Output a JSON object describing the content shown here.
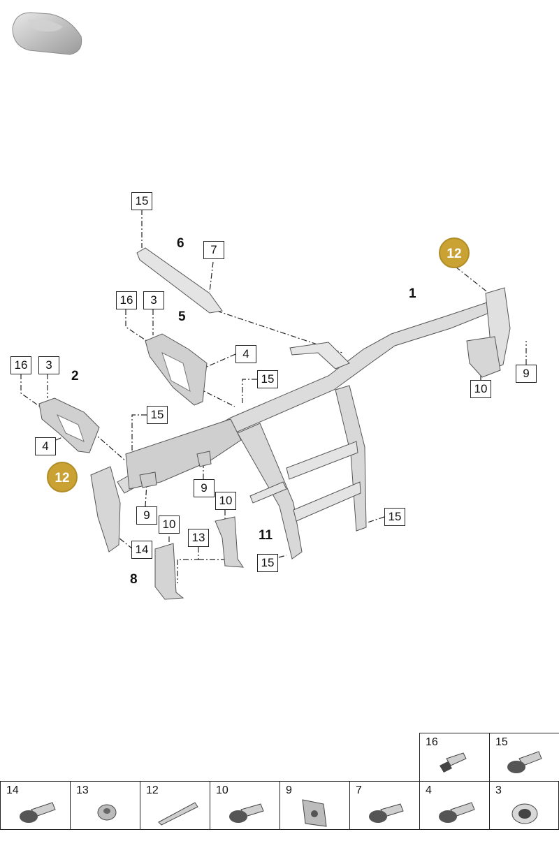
{
  "diagram": {
    "callouts_boxed": [
      "15",
      "7",
      "16",
      "3",
      "4",
      "15",
      "16",
      "3",
      "15",
      "4",
      "9",
      "9",
      "10",
      "10",
      "13",
      "14",
      "15",
      "15",
      "10",
      "9"
    ],
    "callouts_bold": [
      "6",
      "1",
      "5",
      "2",
      "11",
      "8"
    ],
    "callouts_circle": [
      "12",
      "12"
    ]
  },
  "legend": {
    "cells": [
      {
        "num": "16",
        "icon": "bolt-icon"
      },
      {
        "num": "15",
        "icon": "flange-bolt-icon"
      },
      {
        "num": "14",
        "icon": "flange-bolt-icon"
      },
      {
        "num": "13",
        "icon": "nut-icon"
      },
      {
        "num": "12",
        "icon": "stud-icon"
      },
      {
        "num": "10",
        "icon": "flange-bolt-icon"
      },
      {
        "num": "9",
        "icon": "clip-nut-icon"
      },
      {
        "num": "7",
        "icon": "flange-bolt-icon"
      },
      {
        "num": "4",
        "icon": "flange-bolt-icon"
      },
      {
        "num": "3",
        "icon": "grommet-icon"
      }
    ]
  }
}
